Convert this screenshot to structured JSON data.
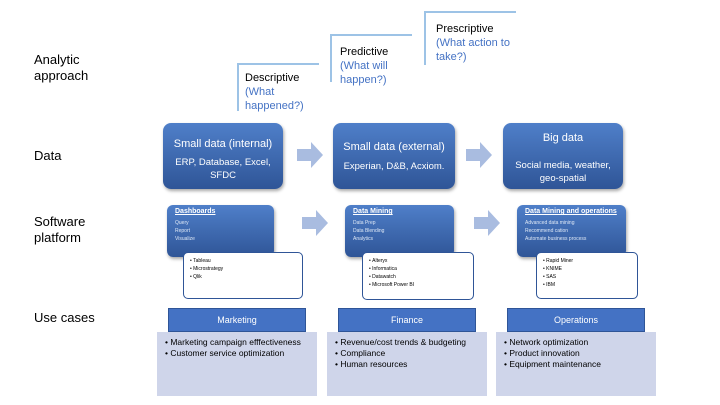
{
  "row_labels": {
    "analytic": "Analytic approach",
    "data": "Data",
    "software": "Software platform",
    "use_cases": "Use cases"
  },
  "analytic_steps": [
    {
      "title": "Descriptive",
      "subtitle": "(What happened?)"
    },
    {
      "title": "Predictive",
      "subtitle": "(What will happen?)"
    },
    {
      "title": "Prescriptive",
      "subtitle": "(What action to take?)"
    }
  ],
  "data_boxes": [
    {
      "title": "Small data (internal)",
      "detail": "ERP, Database, Excel, SFDC"
    },
    {
      "title": "Small data (external)",
      "detail": "Experian, D&B, Acxiom."
    },
    {
      "title": "Big data",
      "detail": "Social media, weather, geo-spatial"
    }
  ],
  "software": [
    {
      "title": "Dashboards",
      "items": [
        "Query",
        "Report",
        "Visualize"
      ],
      "tools": [
        "Tableau",
        "Microstrategy",
        "Qlik"
      ]
    },
    {
      "title": "Data Mining",
      "items": [
        "Data Prep",
        "Data Blending",
        "Analytics"
      ],
      "tools": [
        "Alteryx",
        "Informatica",
        "Datawatch",
        "Microsoft Power BI"
      ]
    },
    {
      "title": "Data Mining and operations",
      "items": [
        "Advanced data mining",
        "Recommend cation",
        "Automate business process"
      ],
      "tools": [
        "Rapid Miner",
        "KNIME",
        "SAS",
        "IBM"
      ]
    }
  ],
  "use_cases": [
    {
      "header": "Marketing",
      "items": [
        "Marketing campaign efffectiveness",
        "Customer service optimization"
      ]
    },
    {
      "header": "Finance",
      "items": [
        "Revenue/cost trends & budgeting",
        "Compliance",
        "Human resources"
      ]
    },
    {
      "header": "Operations",
      "items": [
        "Network optimization",
        "Product innovation",
        "Equipment maintenance"
      ]
    }
  ],
  "colors": {
    "box_blue": "#2F5597",
    "accent_blue": "#4472C4",
    "arrow_light": "#A9BCE0",
    "usecase_body": "#CFD5EA"
  }
}
